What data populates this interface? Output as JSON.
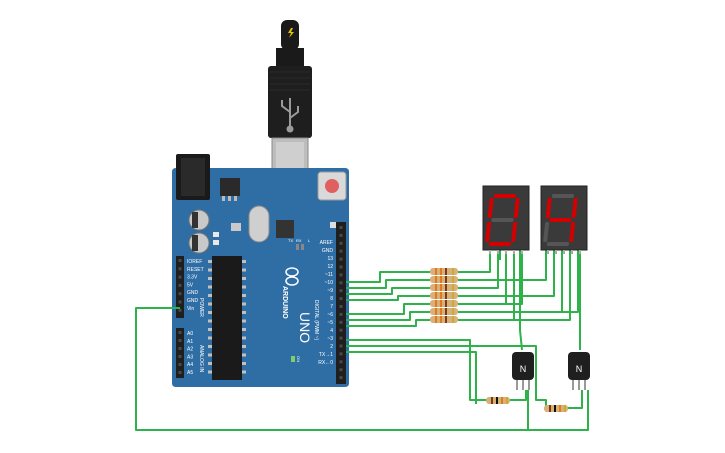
{
  "board": {
    "brand": "ARDUINO",
    "model": "UNO",
    "power_header_title": "POWER",
    "analog_header_title": "ANALOG IN",
    "digital_header_title": "DIGITAL (PWM ~)",
    "power_pins": [
      "IOREF",
      "RESET",
      "3.3V",
      "5V",
      "GND",
      "GND",
      "Vin"
    ],
    "analog_pins": [
      "A0",
      "A1",
      "A2",
      "A3",
      "A4",
      "A5"
    ],
    "digital_pins": [
      "AREF",
      "GND",
      "13",
      "12",
      "~11",
      "~10",
      "~9",
      "8",
      "7",
      "~6",
      "~5",
      "4",
      "~3",
      "2",
      "TX→1",
      "RX←0"
    ],
    "led_labels": [
      "TX",
      "RX",
      "L"
    ],
    "on_label": "ON",
    "colors": {
      "pcb": "#2f6ea5",
      "header": "#202020",
      "wire": "#2db34a"
    }
  },
  "displays": [
    {
      "digit": "0",
      "color": "#d40000"
    },
    {
      "digit": "4",
      "color": "#d40000"
    }
  ],
  "transistors": [
    {
      "label": "N"
    },
    {
      "label": "N"
    }
  ],
  "usb_cable": {
    "icon": "usb-icon",
    "plug_icon": "lightning-icon"
  }
}
